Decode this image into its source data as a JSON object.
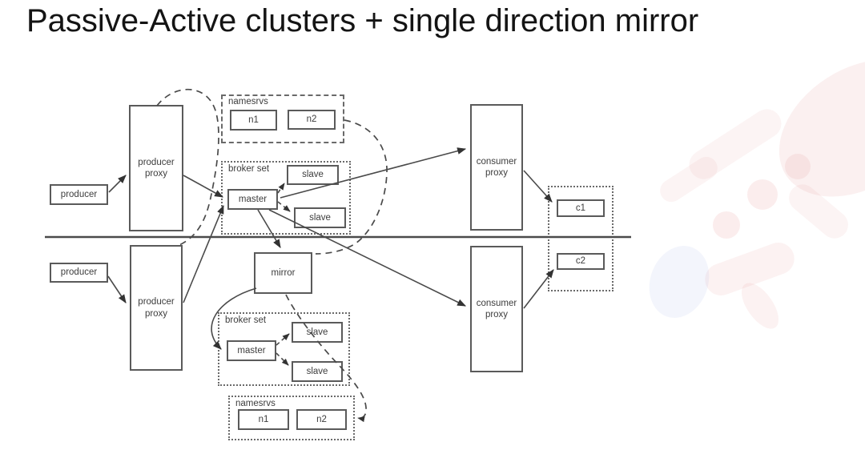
{
  "title": "Passive-Active clusters + single direction mirror",
  "clusters": {
    "top": {
      "producer": "producer",
      "producer_proxy": "producer proxy",
      "namesrvs_label": "namesrvs",
      "n1": "n1",
      "n2": "n2",
      "broker_set_label": "broker set",
      "master": "master",
      "slave1": "slave",
      "slave2": "slave",
      "consumer_proxy": "consumer proxy",
      "c1": "c1"
    },
    "bottom": {
      "producer": "producer",
      "producer_proxy": "producer proxy",
      "mirror": "mirror",
      "broker_set_label": "broker set",
      "master": "master",
      "slave1": "slave",
      "slave2": "slave",
      "namesrvs_label": "namesrvs",
      "n1": "n1",
      "n2": "n2",
      "consumer_proxy": "consumer proxy",
      "c2": "c2"
    }
  },
  "colors": {
    "line": "#4a4a4a",
    "box_border": "#5a5a5a",
    "text": "#3d3d3d",
    "title_text": "#141414",
    "watermark_pink": "#f6dcdc",
    "watermark_blue": "#e9ecf7"
  }
}
